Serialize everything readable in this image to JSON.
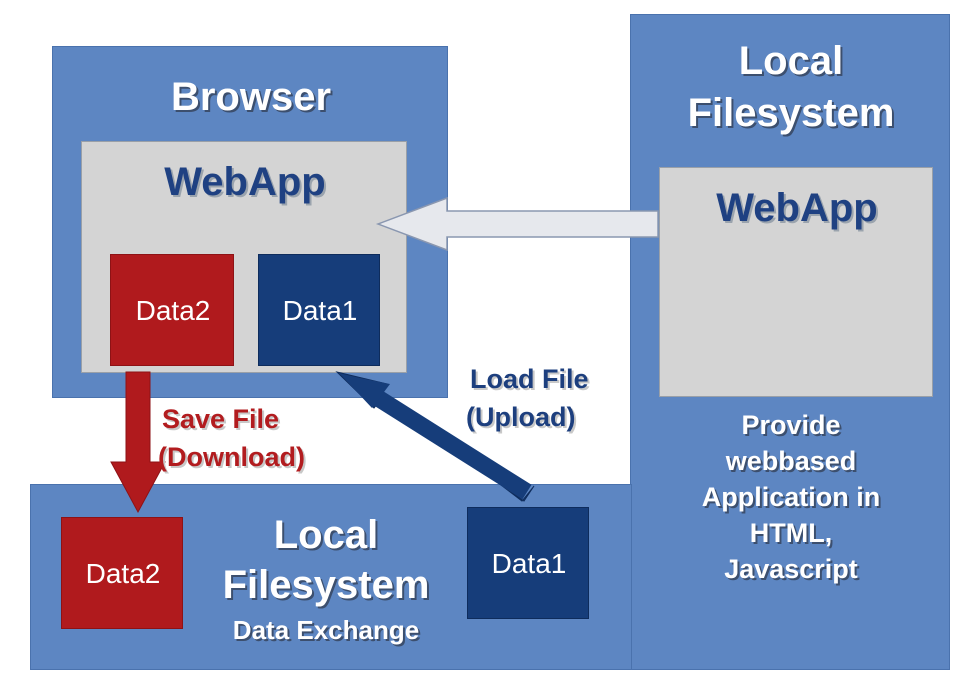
{
  "browser": {
    "title": "Browser",
    "webapp": {
      "title": "WebApp",
      "data2": "Data2",
      "data1": "Data1"
    }
  },
  "server": {
    "title_line1": "Local",
    "title_line2": "Filesystem",
    "webapp_title": "WebApp",
    "description": [
      "Provide",
      "webbased",
      "Application in",
      "HTML,",
      "Javascript"
    ]
  },
  "exchange": {
    "title_line1": "Local",
    "title_line2": "Filesystem",
    "subtitle": "Data Exchange",
    "data2": "Data2",
    "data1": "Data1"
  },
  "arrows": {
    "save_line1": "Save File",
    "save_line2": "(Download)",
    "load_line1": "Load File",
    "load_line2": "(Upload)"
  },
  "colors": {
    "panel_blue": "#5d86c2",
    "webapp_grey": "#d4d4d4",
    "data2_red": "#b01a1d",
    "data1_navy": "#163d7a",
    "upload_arrow": "#163d7a",
    "download_arrow": "#b01a1d"
  }
}
